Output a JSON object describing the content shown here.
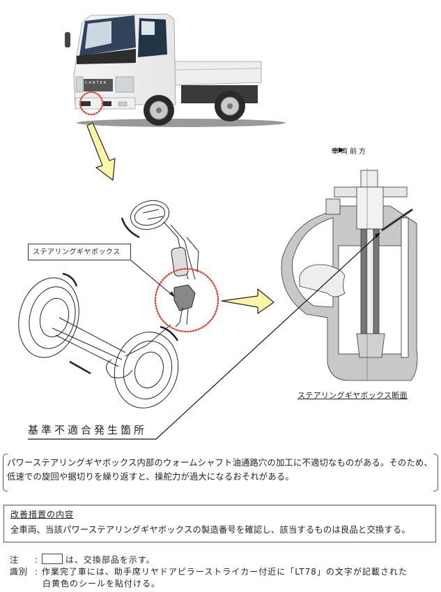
{
  "illustration": {
    "truck_badge": "CANTER",
    "forward_direction_label": "車両前方",
    "steering_gearbox_label": "ステアリングギヤボックス",
    "cross_section_caption": "ステアリングギヤボックス断面",
    "defect_site_label": "基準不適合発生箇所",
    "highlight_color": "#e53a2b",
    "arrow_fill_color": "#fbf6a6"
  },
  "defect_description": {
    "text": "パワーステアリングギヤボックス内部のウォームシャフト油通路穴の加工に不適切なものがある。そのため、低速での旋回や据切りを繰り返すと、操舵力が過大になるおそれがある。"
  },
  "remedy": {
    "title": "改善措置の内容",
    "text": "全車両、当該パワーステアリングギヤボックスの製造番号を確認し、該当するものは良品と交換する。"
  },
  "notes": [
    {
      "key": "注",
      "text": "は、交換部品を示す。"
    },
    {
      "key": "識別",
      "text": "作業完了車には、助手席リヤドアピラーストライカー付近に「LT78」の文字が記載された",
      "text_cont": "白黄色のシールを貼付ける。"
    }
  ]
}
